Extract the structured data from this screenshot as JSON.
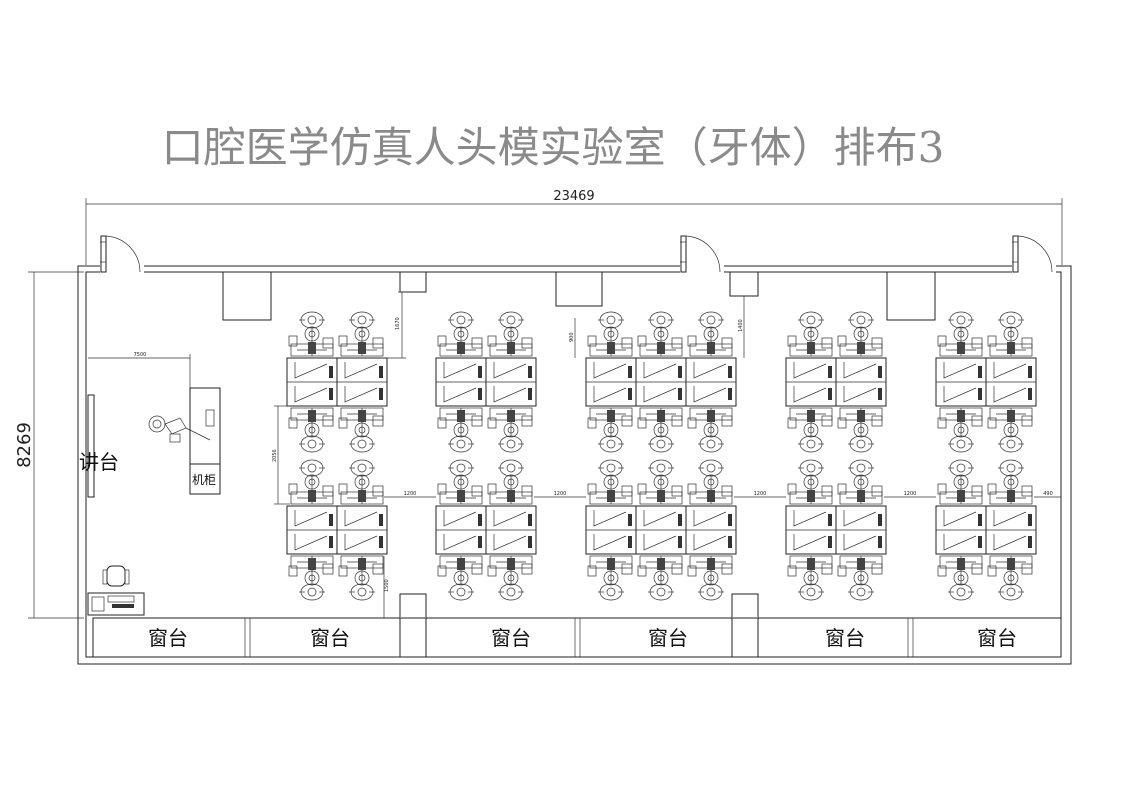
{
  "title": "口腔医学仿真人头模实验室（牙体）排布3",
  "dimensions": {
    "total_width": "23469",
    "total_height": "8269",
    "podium_offset": "7500",
    "top_gap": "1670",
    "top_gap2": "900",
    "top_gap3": "1400",
    "row_gap": "2056",
    "aisle_gap": "1200",
    "right_gap": "490",
    "bottom_gap": "1500"
  },
  "labels": {
    "podium": "讲台",
    "cabinet": "机柜"
  },
  "window_sills": [
    "窗台",
    "窗台",
    "窗台",
    "窗台",
    "窗台",
    "窗台"
  ],
  "icons": {
    "door": "door-swing-icon",
    "station": "dental-simulator-station-icon",
    "chair": "chair-icon",
    "teacher_station": "teacher-simulator-icon"
  }
}
